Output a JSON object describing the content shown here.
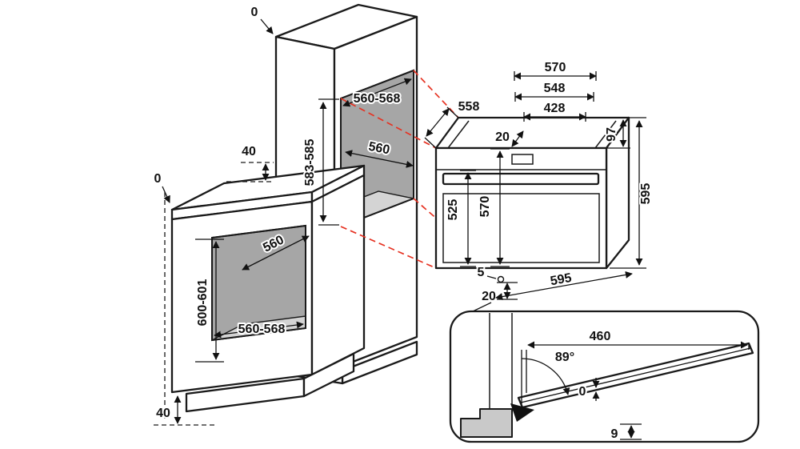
{
  "diagram": {
    "type": "built-in-oven-installation-drawing",
    "accent_color": "#e63323",
    "line_color": "#1a1a1a",
    "niche_fill": "#a6a6a6",
    "floor_fill": "#d4d4d4",
    "tall_cabinet": {
      "top_clearance": "0",
      "niche_width": "560-568",
      "niche_height": "583-585",
      "niche_depth": "560",
      "clearance": "40"
    },
    "base_cabinet": {
      "top_clearance": "0",
      "niche_depth": "560",
      "niche_height": "600-601",
      "niche_width": "560-568",
      "floor_clearance": "40"
    },
    "oven": {
      "dim_570": "570",
      "dim_548": "548",
      "dim_428": "428",
      "dim_558": "558",
      "top_offset": "20",
      "panel_height": "97",
      "height": "595",
      "door_height": "525",
      "front_height": "570",
      "gap": "5",
      "bottom_offset": "20",
      "width": "595"
    },
    "door_detail": {
      "door_width": "460",
      "opening_angle": "89°",
      "flush_gap": "0",
      "bottom_gap": "9"
    }
  }
}
